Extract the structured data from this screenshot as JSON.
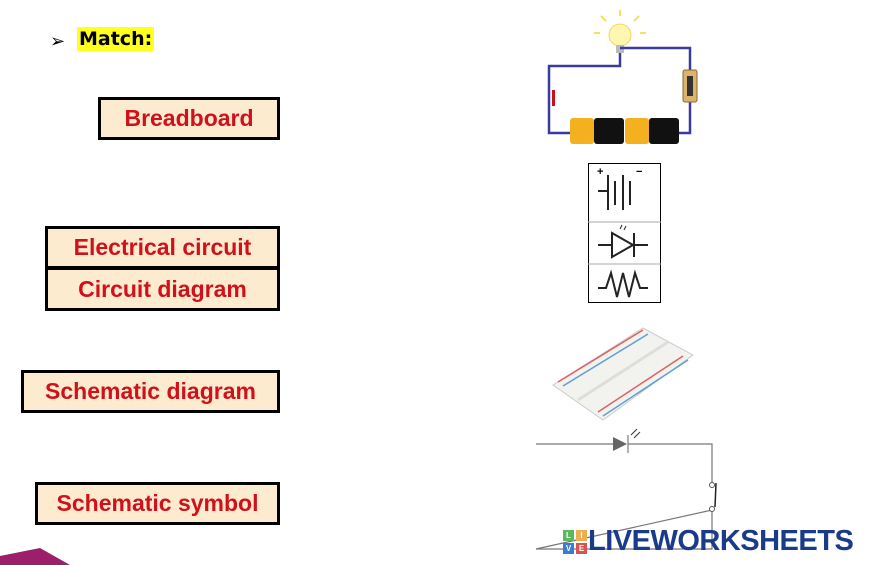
{
  "header": {
    "bullet": "➢",
    "title": "Match:"
  },
  "terms": [
    "Breadboard",
    "Electrical circuit",
    "Circuit diagram",
    "Schematic diagram",
    "Schematic symbol"
  ],
  "symbols": {
    "battery_plus": "+",
    "battery_minus": "−"
  },
  "logo": {
    "text": "LIVEWORKSHEETS",
    "letters": [
      "L",
      "I",
      "V",
      "E"
    ]
  }
}
